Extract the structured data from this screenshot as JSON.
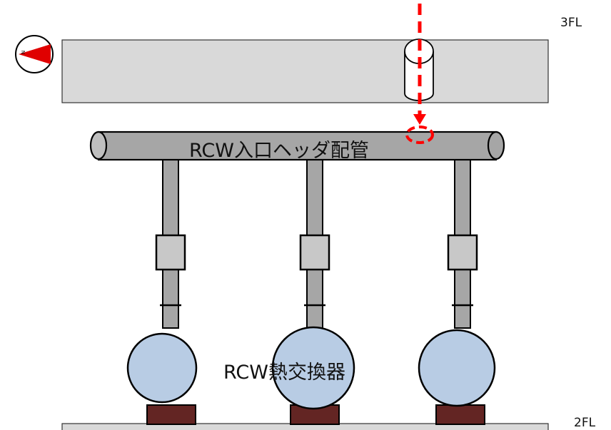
{
  "floor_labels": {
    "upper": "3FL",
    "lower": "2FL"
  },
  "header_pipe": {
    "label": "RCW入口ヘッダ配管"
  },
  "heat_exchangers": {
    "label": "RCW熱交換器",
    "count": 3
  },
  "compass": {
    "letter": "N"
  },
  "colors": {
    "slab": "#d9d9d9",
    "pipe": "#a6a6a6",
    "valve": "#c8c8c8",
    "vessel": "#b8cce4",
    "base": "#632523",
    "marker": "#ff0000"
  }
}
